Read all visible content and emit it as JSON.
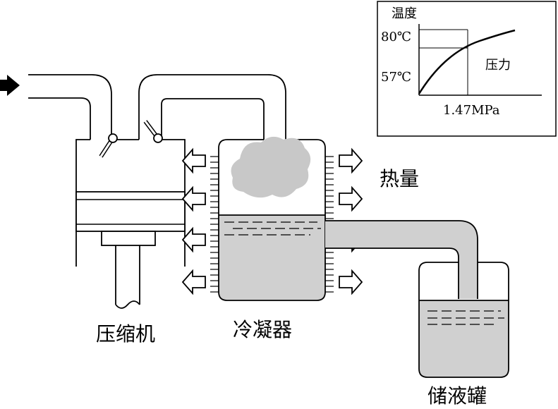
{
  "labels": {
    "compressor": "压缩机",
    "condenser": "冷凝器",
    "receiver": "储液罐",
    "heat": "热量"
  },
  "inset": {
    "y_axis_label": "温度",
    "x_axis_label": "压力",
    "y_ticks": [
      "80℃",
      "57℃"
    ],
    "x_tick": "1.47MPa"
  },
  "colors": {
    "liquid": "#d0d0d0",
    "vapor": "#c8c8c8",
    "stroke": "#000000"
  }
}
